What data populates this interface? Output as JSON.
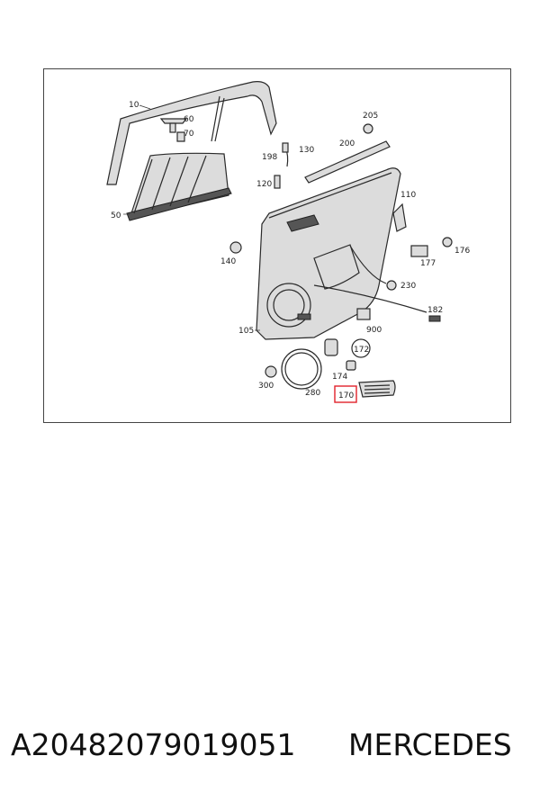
{
  "diagram": {
    "callouts": {
      "c10": "10",
      "c60": "60",
      "c70": "70",
      "c205": "205",
      "c130": "130",
      "c200": "200",
      "c198": "198",
      "c120": "120",
      "c110": "110",
      "c50": "50",
      "c140": "140",
      "c177": "177",
      "c176": "176",
      "c230": "230",
      "c182": "182",
      "c105": "105",
      "c900": "900",
      "c172": "172",
      "c174": "174",
      "c300": "300",
      "c280": "280",
      "c170": "170"
    },
    "highlight_color": "#e0212b"
  },
  "caption": {
    "part_number": "A20482079019051",
    "brand": "MERCEDES"
  }
}
